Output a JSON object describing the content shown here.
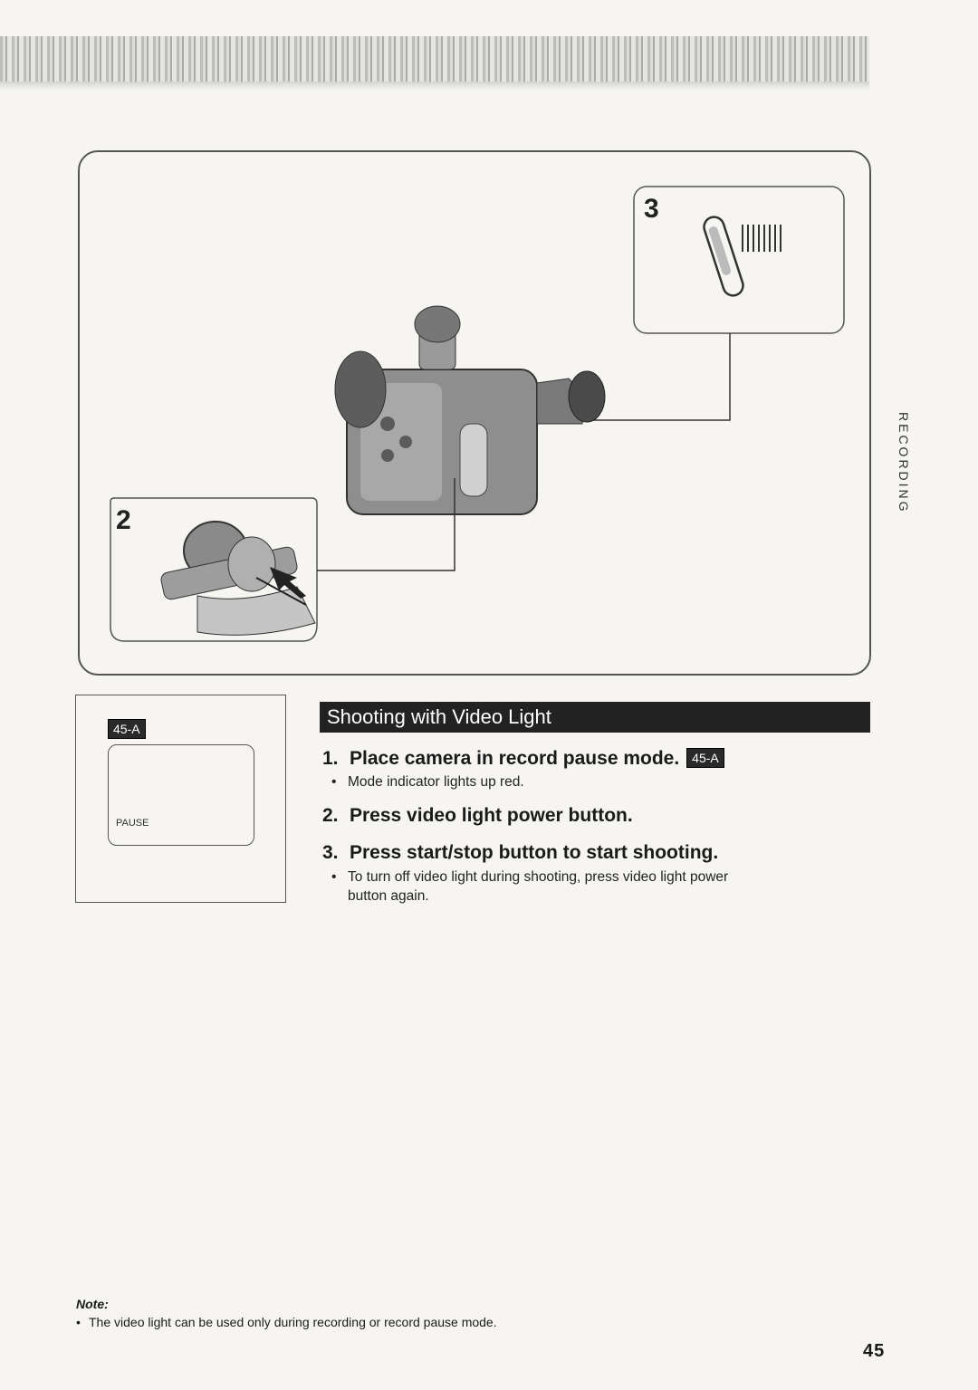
{
  "side_tab": "RECORDING",
  "callouts": {
    "step_2": "2",
    "step_3": "3"
  },
  "display_panel": {
    "badge": "45-A",
    "screen_text": "PAUSE"
  },
  "heading": "Shooting with Video Light",
  "steps": [
    {
      "num": "1.",
      "text": "Place camera in record pause mode.",
      "badge": "45-A",
      "bullets": [
        "Mode indicator lights up red."
      ]
    },
    {
      "num": "2.",
      "text": "Press video light power button.",
      "bullets": []
    },
    {
      "num": "3.",
      "text": "Press start/stop button to start shooting.",
      "bullets": [
        "To turn off video light during shooting, press video light power",
        "button again."
      ]
    }
  ],
  "note": {
    "label": "Note:",
    "text": "The video light can be used only during recording or record pause mode."
  },
  "page_number": "45"
}
